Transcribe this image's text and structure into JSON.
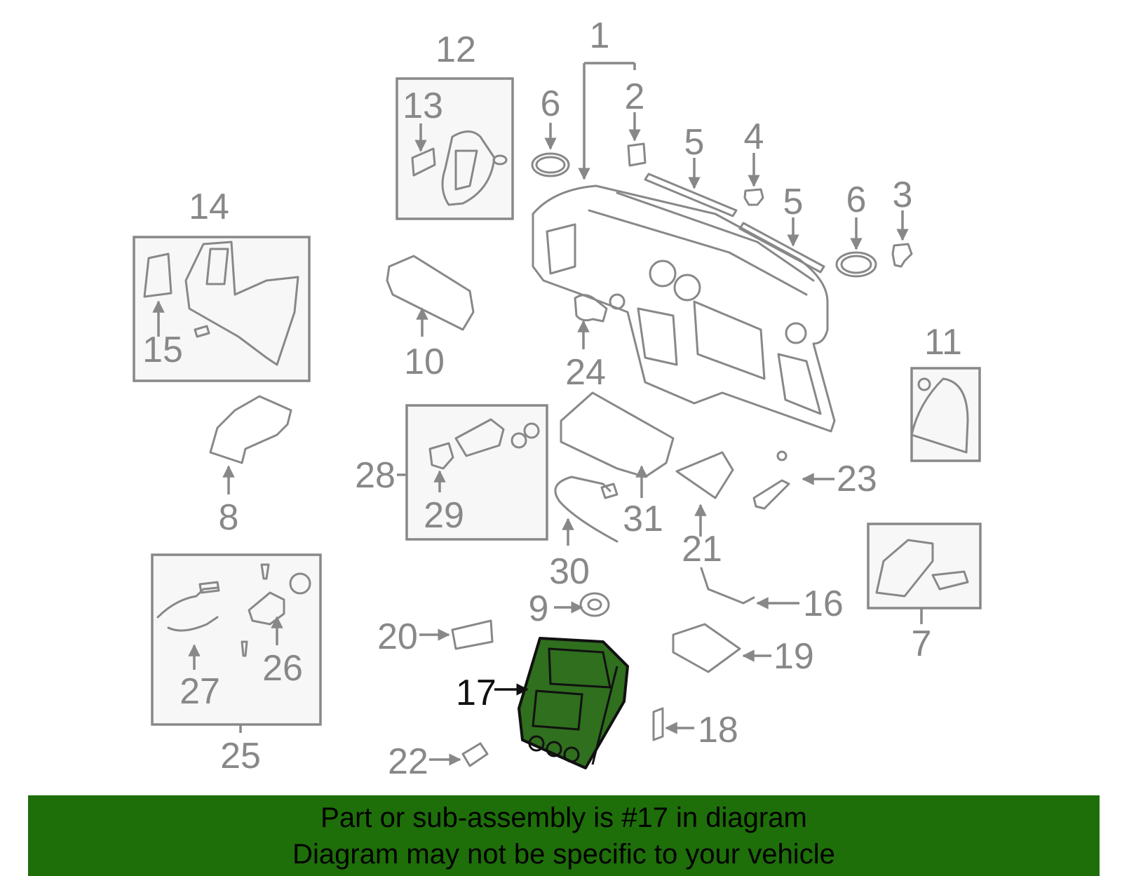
{
  "diagram": {
    "highlight_part": "17",
    "callouts": [
      "1",
      "2",
      "3",
      "4",
      "5",
      "5",
      "6",
      "6",
      "7",
      "8",
      "9",
      "10",
      "11",
      "12",
      "13",
      "14",
      "15",
      "16",
      "17",
      "18",
      "19",
      "20",
      "21",
      "22",
      "23",
      "24",
      "25",
      "26",
      "27",
      "28",
      "29",
      "30",
      "31"
    ],
    "colors": {
      "line": "#888888",
      "highlight_fill": "#2f6f1e",
      "banner": "#1e6e0a"
    }
  },
  "banner": {
    "line1": "Part or sub-assembly is #17 in diagram",
    "line2": "Diagram may not be specific to your vehicle"
  }
}
